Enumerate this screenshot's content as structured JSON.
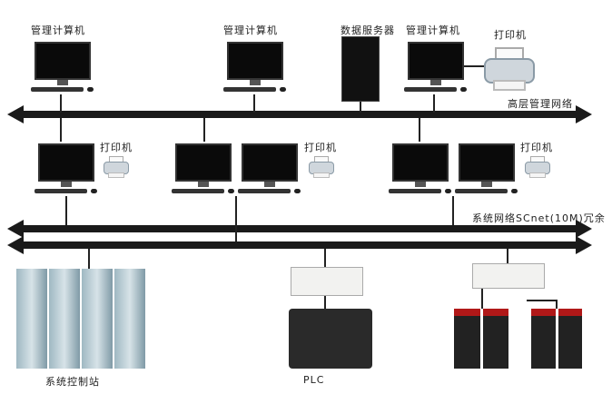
{
  "labels": {
    "mgmt_pc_1": "管理计算机",
    "mgmt_pc_2": "管理计算机",
    "data_server": "数据服务器",
    "mgmt_pc_3": "管理计算机",
    "printer_top": "打印机",
    "top_network": "高层管理网络",
    "printer_mid_1": "打印机",
    "printer_mid_2": "打印机",
    "printer_mid_3": "打印机",
    "scnet": "系统网络SCnet(10M)冗余",
    "control_station": "系统控制站",
    "plc": "PLC"
  },
  "colors": {
    "bus": "#1a1a1a",
    "screen": "#0a0a0a",
    "meter": "#b01818"
  }
}
